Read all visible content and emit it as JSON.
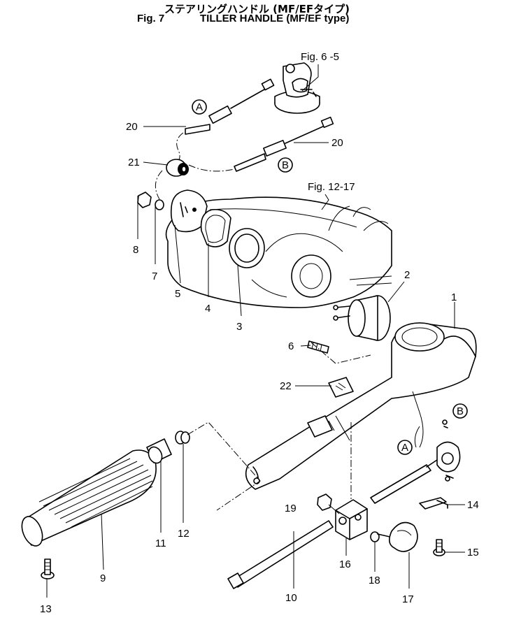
{
  "header": {
    "title_jp": "ステアリングハンドル (MF/EFタイプ)",
    "fig_number": "Fig. 7",
    "title_en": "TILLER HANDLE (MF/EF type)"
  },
  "references": {
    "fig_6_5": "Fig. 6 -5",
    "fig_12_17": "Fig. 12-17"
  },
  "markers": {
    "a": "A",
    "b": "B"
  },
  "parts": [
    {
      "id": "1",
      "label": "1"
    },
    {
      "id": "2",
      "label": "2"
    },
    {
      "id": "3",
      "label": "3"
    },
    {
      "id": "4",
      "label": "4"
    },
    {
      "id": "5",
      "label": "5"
    },
    {
      "id": "6",
      "label": "6"
    },
    {
      "id": "7",
      "label": "7"
    },
    {
      "id": "8",
      "label": "8"
    },
    {
      "id": "9",
      "label": "9"
    },
    {
      "id": "10",
      "label": "10"
    },
    {
      "id": "11",
      "label": "11"
    },
    {
      "id": "12",
      "label": "12"
    },
    {
      "id": "13",
      "label": "13"
    },
    {
      "id": "14",
      "label": "14"
    },
    {
      "id": "15",
      "label": "15"
    },
    {
      "id": "16",
      "label": "16"
    },
    {
      "id": "17",
      "label": "17"
    },
    {
      "id": "18",
      "label": "18"
    },
    {
      "id": "19",
      "label": "19"
    },
    {
      "id": "20a",
      "label": "20"
    },
    {
      "id": "20b",
      "label": "20"
    },
    {
      "id": "21",
      "label": "21"
    },
    {
      "id": "22",
      "label": "22"
    }
  ]
}
